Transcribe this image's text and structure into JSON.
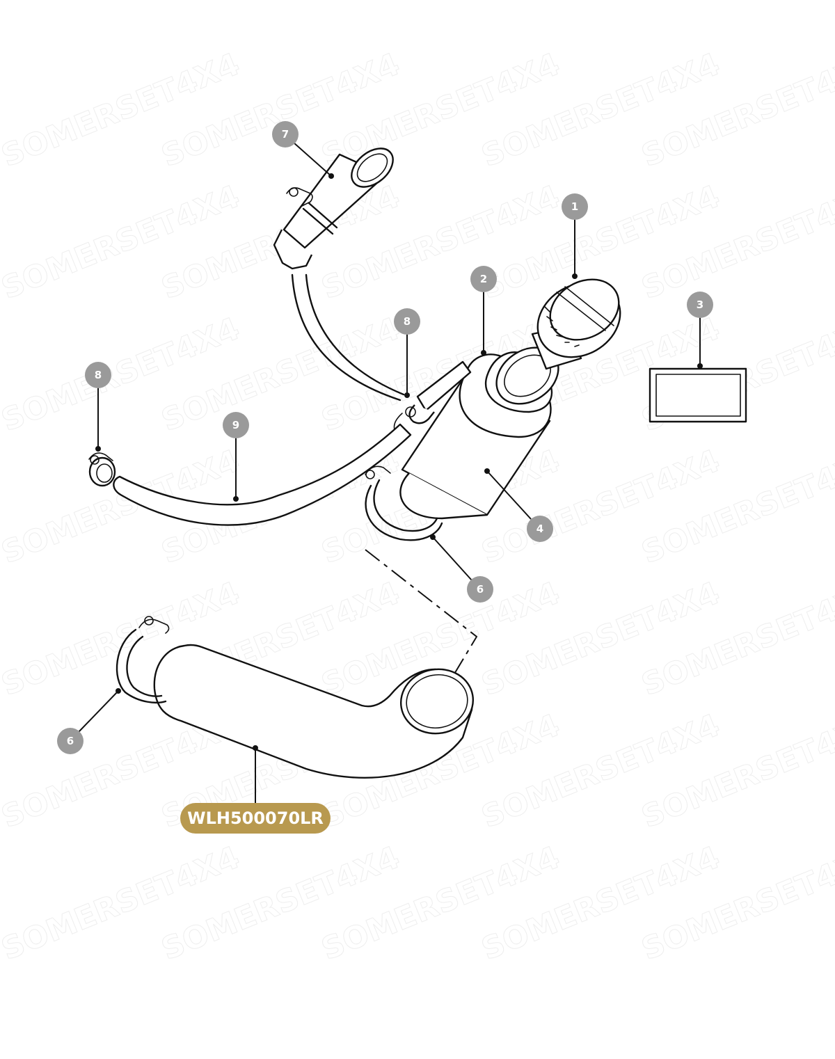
{
  "watermark": "SOMERSET4X4",
  "callouts": [
    {
      "id": "callout-1",
      "label": "1"
    },
    {
      "id": "callout-2",
      "label": "2"
    },
    {
      "id": "callout-3",
      "label": "3"
    },
    {
      "id": "callout-4",
      "label": "4"
    },
    {
      "id": "callout-6-upper",
      "label": "6"
    },
    {
      "id": "callout-6-lower",
      "label": "6"
    },
    {
      "id": "callout-7",
      "label": "7"
    },
    {
      "id": "callout-8-left",
      "label": "8"
    },
    {
      "id": "callout-8-right",
      "label": "8"
    },
    {
      "id": "callout-9",
      "label": "9"
    }
  ],
  "part_number": "WLH500070LR",
  "colors": {
    "callout_badge": "#9a9a9a",
    "part_number_badge": "#b8994f",
    "line": "#111111"
  }
}
